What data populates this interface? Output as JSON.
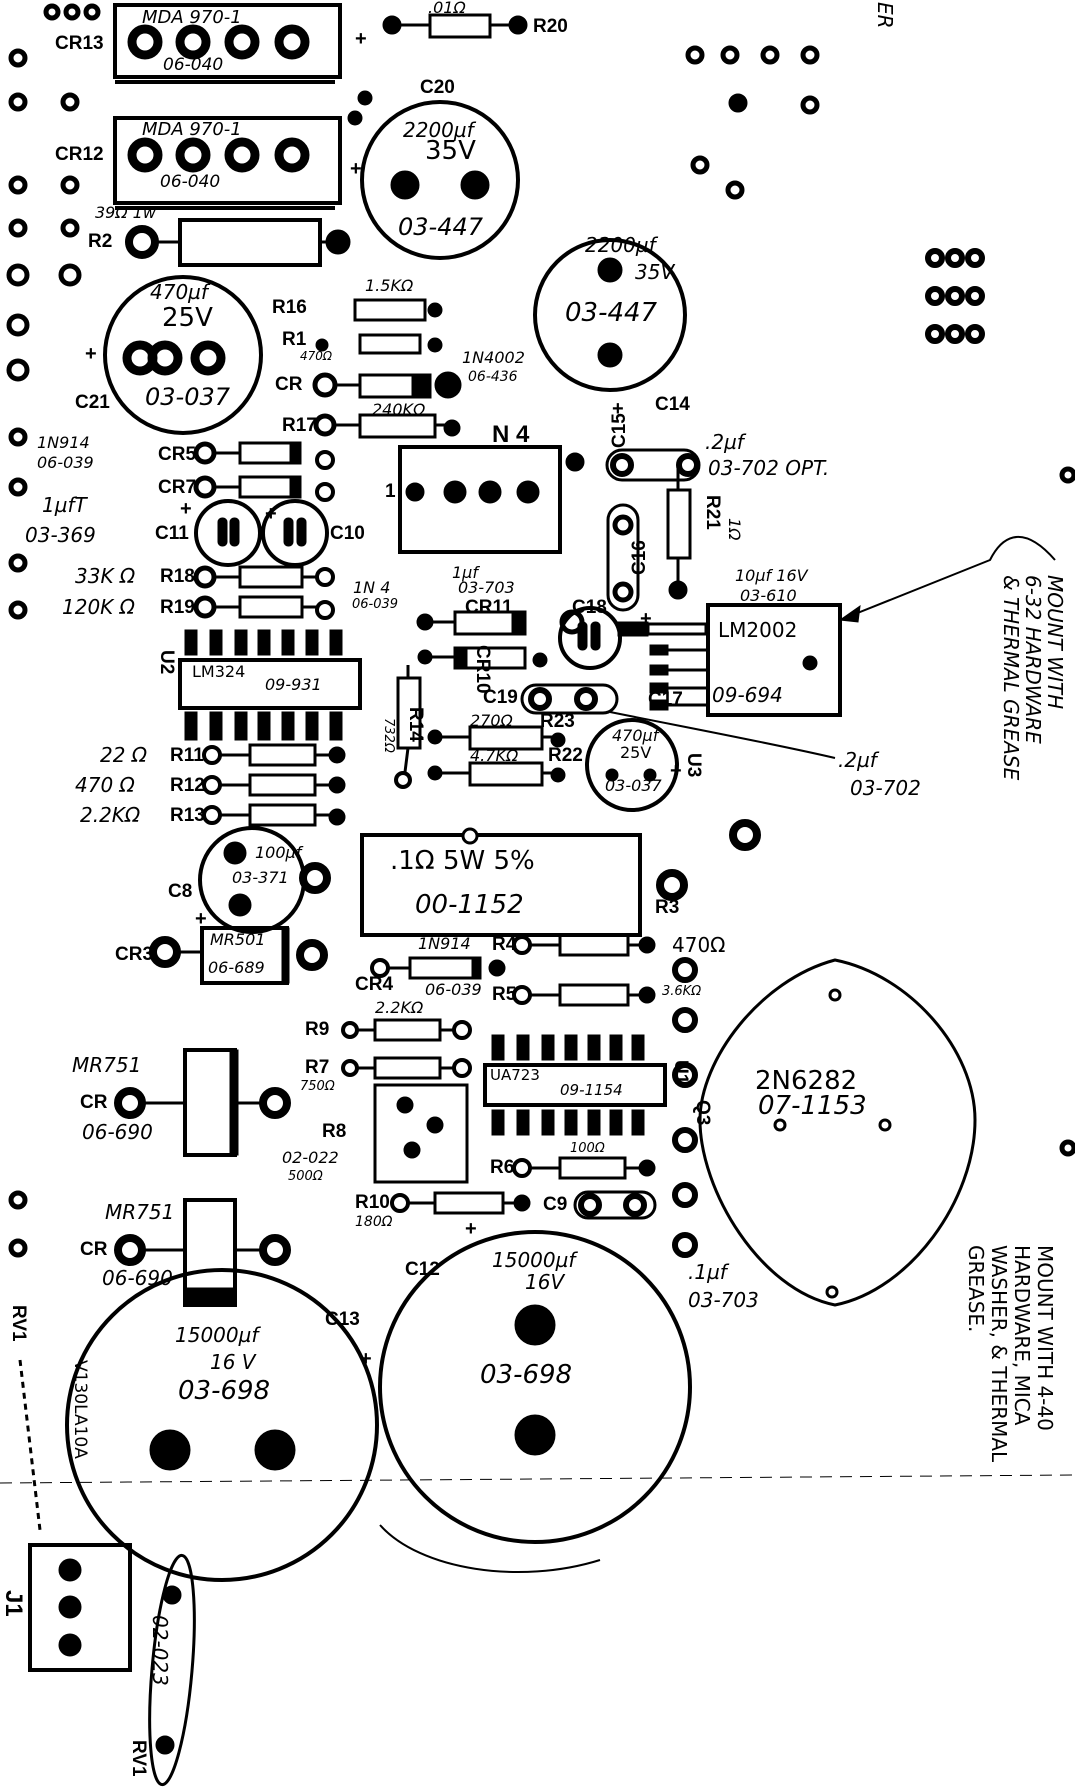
{
  "parts": {
    "cr13": "CR13",
    "mda1_part": "MDA 970-1",
    "mda1_num": "06-040",
    "cr12": "CR12",
    "mda2_part": "MDA 970-1",
    "mda2_num": "06-040",
    "r20": "R20",
    "r20_val": ".01Ω",
    "c20": "C20",
    "c20_cap": "2200µf",
    "c20_v": "35V",
    "c20_num": "03-447",
    "c2b_cap": "2200µf",
    "c2b_v": "35V",
    "c2b_num": "03-447",
    "r2": "R2",
    "r2_val": "39Ω 1w",
    "c21": "C21",
    "c21_cap": "470µf",
    "c21_v": "25V",
    "c21_num": "03-037",
    "r16": "R16",
    "r15k": "1.5KΩ",
    "r1": "R1",
    "r1_val": "470Ω",
    "cr": "CR",
    "in4002": "1N4002",
    "in4002_num": "06-436",
    "r17": "R17",
    "r240k": "240KΩ",
    "n4": "N 4",
    "c14": "C14",
    "c15": "C15",
    "c15_val": ".2µf",
    "c15_num": "03-702 OPT.",
    "in914_a": "1N914",
    "in914_a_num": "06-039",
    "cr5": "CR5",
    "cr7": "CR7",
    "uft": "1µfT",
    "uft_num": "03-369",
    "c11": "C11",
    "c10": "C10",
    "c16": "C16",
    "r21": "R21",
    "r21_val": "1Ω",
    "r33k": "33K Ω",
    "r18": "R18",
    "r120k": "120K Ω",
    "r19": "R19",
    "cr11_val": "1µf",
    "cr11_num": "03-703",
    "cr11": "CR11",
    "in14": "1N 4",
    "in14_num": "06-039",
    "c18": "C18",
    "c18_val": "10µf 16V",
    "c18_num": "03-610",
    "lm2002": "LM2002",
    "lm2002_num": "09-694",
    "mount1": "MOUNT WITH",
    "mount2": "6-32 HARDWARE",
    "mount3": "& THERMAL GREASE",
    "u2": "U2",
    "lm324": "LM324",
    "lm324_num": "09-931",
    "cr10": "CR10",
    "r14": "R14",
    "r14_val": "732Ω",
    "c19": "C19",
    "r270": "270Ω",
    "r23": "R23",
    "r47k": "4.7KΩ",
    "r22": "R22",
    "c17": "C17",
    "c17_cap": "470µf",
    "c17_v": "25V",
    "c17_num": "03-037",
    "u3": "U3",
    "c19_val": ".2µf",
    "c19_num": "03-702",
    "r22o": "22 Ω",
    "r11": "R11",
    "r470a": "470 Ω",
    "r12": "R12",
    "r22k": "2.2KΩ",
    "r13": "R13",
    "c8": "C8",
    "c8_val": "100µf",
    "c8_num": "03-371",
    "r3_val": ".1Ω  5W 5%",
    "r3_num": "00-1152",
    "r3": "R3",
    "cr3": "CR3",
    "mr501": "MR501",
    "mr501_num": "06-689",
    "in914_b": "1N914",
    "in914_b_num": "06-039",
    "cr4": "CR4",
    "r4": "R4",
    "r4_val": "470Ω",
    "r5": "R5",
    "r5_val": "3.6KΩ",
    "r9": "R9",
    "r9_val": "2.2KΩ",
    "r7": "R7",
    "r7_val": "750Ω",
    "r8": "R8",
    "r8_num": "02-022",
    "r8_val": "500Ω",
    "ua723": "UA723",
    "ua723_num": "09-1154",
    "u1": "U1",
    "q3": "Q3",
    "q_part": "2N6282",
    "q_num": "07-1153",
    "r6": "R6",
    "r6_val": "100Ω",
    "r10": "R10",
    "r10_val": "180Ω",
    "c9": "C9",
    "c9_val": ".1µf",
    "c9_num": "03-703",
    "mr751a": "MR751",
    "cr_a": "CR",
    "mr751a_num": "06-690",
    "mr751b": "MR751",
    "cr_b": "CR",
    "mr751b_num": "06-690",
    "c12": "C12",
    "c12_cap": "15000µf",
    "c12_v": "16V",
    "c12_num": "03-698",
    "c13": "C13",
    "c13_cap": "15000µf",
    "c13_v": "16 V",
    "c13_num": "03-698",
    "mount_b1": "MOUNT WITH 4-40",
    "mount_b2": "HARDWARE, MICA",
    "mount_b3": "WASHER, & THERMAL",
    "mount_b4": "GREASE.",
    "rv1a": "RV1",
    "v130": "V130LA10A",
    "j1": "J1",
    "rv1_num": "02-023",
    "rv1b": "RV1",
    "top_r": "ER",
    "pin1": "1"
  }
}
